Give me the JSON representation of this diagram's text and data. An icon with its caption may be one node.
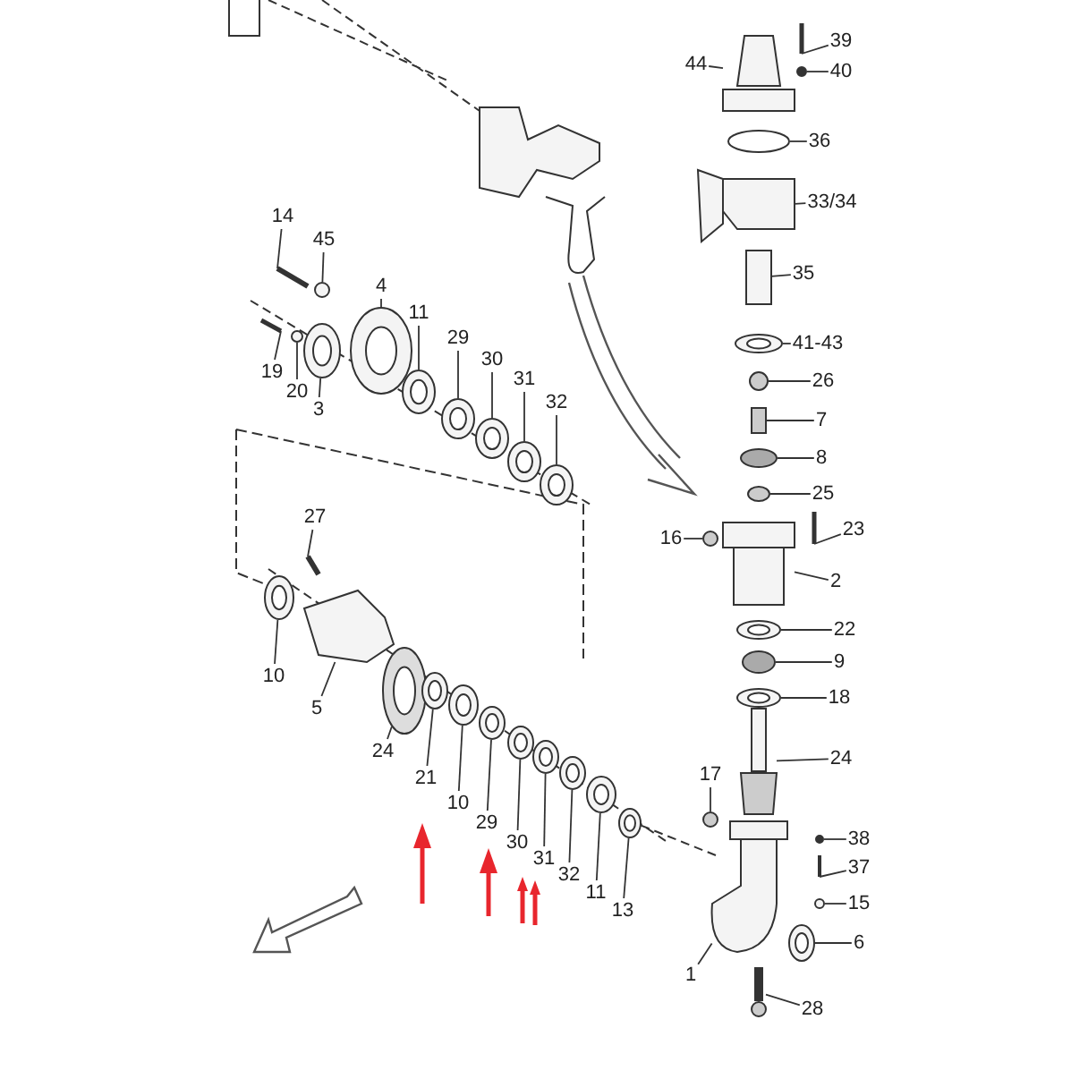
{
  "diagram": {
    "nodes": [
      {
        "text": [
          "14"
        ]
      },
      {
        "text": [
          "45"
        ]
      },
      {
        "text": [
          "4"
        ]
      },
      {
        "text": [
          "11"
        ]
      },
      {
        "text": [
          "29"
        ]
      },
      {
        "text": [
          "30"
        ]
      },
      {
        "text": [
          "31"
        ]
      },
      {
        "text": [
          "32"
        ]
      },
      {
        "text": [
          "19"
        ]
      },
      {
        "text": [
          "20"
        ]
      },
      {
        "text": [
          "3"
        ]
      },
      {
        "text": [
          "27"
        ]
      },
      {
        "text": [
          "10"
        ]
      },
      {
        "text": [
          "5"
        ]
      },
      {
        "text": [
          "24"
        ]
      },
      {
        "text": [
          "21"
        ]
      },
      {
        "text": [
          "10"
        ]
      },
      {
        "text": [
          "29"
        ]
      },
      {
        "text": [
          "30"
        ]
      },
      {
        "text": [
          "31"
        ]
      },
      {
        "text": [
          "32"
        ]
      },
      {
        "text": [
          "11"
        ]
      },
      {
        "text": [
          "13"
        ]
      },
      {
        "text": [
          "39"
        ]
      },
      {
        "text": [
          "40"
        ]
      },
      {
        "text": [
          "44"
        ]
      },
      {
        "text": [
          "36"
        ]
      },
      {
        "text": [
          "33/34"
        ]
      },
      {
        "text": [
          "35"
        ]
      },
      {
        "text": [
          "41-43"
        ]
      },
      {
        "text": [
          "26"
        ]
      },
      {
        "text": [
          "7"
        ]
      },
      {
        "text": [
          "8"
        ]
      },
      {
        "text": [
          "25"
        ]
      },
      {
        "text": [
          "23"
        ]
      },
      {
        "text": [
          "16"
        ]
      },
      {
        "text": [
          "2"
        ]
      },
      {
        "text": [
          "22"
        ]
      },
      {
        "text": [
          "9"
        ]
      },
      {
        "text": [
          "18"
        ]
      },
      {
        "text": [
          "24"
        ]
      },
      {
        "text": [
          "17"
        ]
      },
      {
        "text": [
          "38"
        ]
      },
      {
        "text": [
          "37"
        ]
      },
      {
        "text": [
          "15"
        ]
      },
      {
        "text": [
          "6"
        ]
      },
      {
        "text": [
          "1"
        ]
      },
      {
        "text": [
          "28"
        ]
      },
      {
        "text": [],
        "shape": "bar"
      },
      {
        "text": [],
        "shape": "circle"
      },
      {
        "text": [],
        "shape": "circle"
      },
      {
        "text": [],
        "shape": "circle"
      },
      {
        "text": [],
        "shape": "circle"
      },
      {
        "text": [],
        "shape": "circle"
      },
      {
        "text": [],
        "shape": "circle"
      },
      {
        "text": [],
        "shape": "circle"
      },
      {
        "text": [],
        "shape": "bar"
      },
      {
        "text": [],
        "shape": "circle"
      },
      {
        "text": [],
        "shape": "circle"
      },
      {
        "text": [],
        "shape": "bar"
      },
      {
        "text": [],
        "shape": "circle"
      },
      {
        "text": [],
        "shape": "box"
      },
      {
        "text": [],
        "shape": "circle"
      },
      {
        "text": [],
        "shape": "circle"
      },
      {
        "text": [],
        "shape": "circle"
      },
      {
        "text": [],
        "shape": "circle"
      },
      {
        "text": [],
        "shape": "circle"
      },
      {
        "text": [],
        "shape": "circle"
      },
      {
        "text": [],
        "shape": "circle"
      },
      {
        "text": [],
        "shape": "circle"
      },
      {
        "text": [],
        "shape": "circle"
      },
      {
        "text": [],
        "shape": "bar"
      },
      {
        "text": [],
        "shape": "circle"
      },
      {
        "text": [],
        "shape": "box"
      },
      {
        "text": [],
        "shape": "circle"
      },
      {
        "text": [],
        "shape": "box"
      },
      {
        "text": [],
        "shape": "box"
      },
      {
        "text": [],
        "shape": "circle"
      },
      {
        "text": [],
        "shape": "circle"
      },
      {
        "text": [],
        "shape": "box"
      },
      {
        "text": [],
        "shape": "circle"
      },
      {
        "text": [],
        "shape": "circle"
      },
      {
        "text": [],
        "shape": "bar"
      },
      {
        "text": [],
        "shape": "circle"
      },
      {
        "text": [],
        "shape": "box"
      },
      {
        "text": [],
        "shape": "circle"
      },
      {
        "text": [],
        "shape": "circle"
      },
      {
        "text": [],
        "shape": "circle"
      },
      {
        "text": [],
        "shape": "box"
      },
      {
        "text": [],
        "shape": "circle"
      },
      {
        "text": [],
        "shape": "circle"
      },
      {
        "text": [],
        "shape": "bar"
      },
      {
        "text": [],
        "shape": "circle"
      },
      {
        "text": [],
        "shape": "circle"
      },
      {
        "text": [],
        "shape": "box"
      },
      {
        "text": [],
        "shape": "box"
      }
    ],
    "edges": [
      {
        "from": 0,
        "to": 48,
        "arrow": "none"
      },
      {
        "from": 1,
        "to": 49,
        "arrow": "none"
      },
      {
        "from": 2,
        "to": 50,
        "arrow": "none"
      },
      {
        "from": 3,
        "to": 51,
        "arrow": "none"
      },
      {
        "from": 4,
        "to": 52,
        "arrow": "none"
      },
      {
        "from": 5,
        "to": 53,
        "arrow": "none"
      },
      {
        "from": 6,
        "to": 54,
        "arrow": "none"
      },
      {
        "from": 7,
        "to": 55,
        "arrow": "none"
      },
      {
        "from": 8,
        "to": 56,
        "arrow": "none"
      },
      {
        "from": 9,
        "to": 57,
        "arrow": "none"
      },
      {
        "from": 10,
        "to": 58,
        "arrow": "none"
      },
      {
        "from": 11,
        "to": 59,
        "arrow": "none"
      },
      {
        "from": 12,
        "to": 60,
        "arrow": "none"
      },
      {
        "from": 13,
        "to": 61,
        "arrow": "none"
      },
      {
        "from": 14,
        "to": 62,
        "arrow": "none"
      },
      {
        "from": 15,
        "to": 63,
        "arrow": "none"
      },
      {
        "from": 16,
        "to": 64,
        "arrow": "none"
      },
      {
        "from": 17,
        "to": 65,
        "arrow": "none"
      },
      {
        "from": 18,
        "to": 66,
        "arrow": "none"
      },
      {
        "from": 19,
        "to": 67,
        "arrow": "none"
      },
      {
        "from": 20,
        "to": 68,
        "arrow": "none"
      },
      {
        "from": 21,
        "to": 69,
        "arrow": "none"
      },
      {
        "from": 22,
        "to": 70,
        "arrow": "none"
      },
      {
        "from": 23,
        "to": 71,
        "arrow": "none"
      },
      {
        "from": 24,
        "to": 72,
        "arrow": "none"
      },
      {
        "from": 25,
        "to": 73,
        "arrow": "none"
      },
      {
        "from": 26,
        "to": 74,
        "arrow": "none"
      },
      {
        "from": 27,
        "to": 75,
        "arrow": "none"
      },
      {
        "from": 28,
        "to": 76,
        "arrow": "none"
      },
      {
        "from": 29,
        "to": 77,
        "arrow": "none"
      },
      {
        "from": 30,
        "to": 78,
        "arrow": "none"
      },
      {
        "from": 31,
        "to": 79,
        "arrow": "none"
      },
      {
        "from": 32,
        "to": 80,
        "arrow": "none"
      },
      {
        "from": 33,
        "to": 81,
        "arrow": "none"
      },
      {
        "from": 34,
        "to": 82,
        "arrow": "none"
      },
      {
        "from": 35,
        "to": 83,
        "arrow": "none"
      },
      {
        "from": 36,
        "to": 84,
        "arrow": "none"
      },
      {
        "from": 37,
        "to": 85,
        "arrow": "none"
      },
      {
        "from": 38,
        "to": 86,
        "arrow": "none"
      },
      {
        "from": 39,
        "to": 87,
        "arrow": "none"
      },
      {
        "from": 40,
        "to": 88,
        "arrow": "none"
      },
      {
        "from": 41,
        "to": 89,
        "arrow": "none"
      },
      {
        "from": 42,
        "to": 90,
        "arrow": "none"
      },
      {
        "from": 43,
        "to": 91,
        "arrow": "none"
      },
      {
        "from": 44,
        "to": 92,
        "arrow": "none"
      },
      {
        "from": 45,
        "to": 93,
        "arrow": "none"
      },
      {
        "from": 46,
        "to": 94,
        "arrow": "none"
      },
      {
        "from": 47,
        "to": 95,
        "arrow": "none"
      }
    ]
  }
}
